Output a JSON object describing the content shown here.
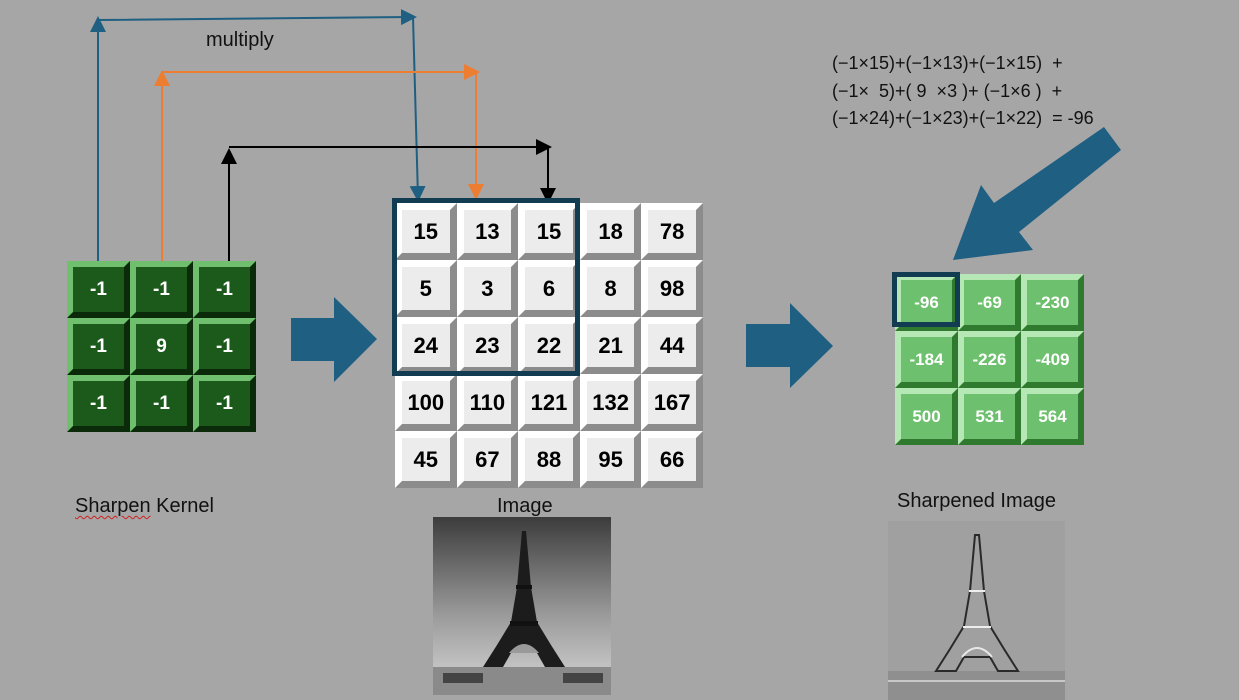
{
  "labels": {
    "multiply": "multiply",
    "kernel_caption_word1": "Sharpen",
    "kernel_caption_word2": " Kernel",
    "image_caption": "Image",
    "output_caption": "Sharpened Image"
  },
  "equation": {
    "line1": "(−1×15)+(−1×13)+(−1×15)  +",
    "line2": "(−1×  5)+( 9  ×3 )+ (−1×6 )  +",
    "line3": "(−1×24)+(−1×23)+(−1×22)  = -96"
  },
  "kernel": [
    [
      "-1",
      "-1",
      "-1"
    ],
    [
      "-1",
      "9",
      "-1"
    ],
    [
      "-1",
      "-1",
      "-1"
    ]
  ],
  "image": [
    [
      "15",
      "13",
      "15",
      "18",
      "78"
    ],
    [
      "5",
      "3",
      "6",
      "8",
      "98"
    ],
    [
      "24",
      "23",
      "22",
      "21",
      "44"
    ],
    [
      "100",
      "110",
      "121",
      "132",
      "167"
    ],
    [
      "45",
      "67",
      "88",
      "95",
      "66"
    ]
  ],
  "output": [
    [
      "-96",
      "-69",
      "-230"
    ],
    [
      "-184",
      "-226",
      "-409"
    ],
    [
      "500",
      "531",
      "564"
    ]
  ],
  "colors": {
    "background": "#a6a6a6",
    "blue_arrow": "#1f5f82",
    "orange_arrow": "#ed7d31",
    "black_arrow": "#000000",
    "highlight_border": "#123c52",
    "kernel_cell": "#1c5a1c",
    "output_cell": "#6dc06d"
  },
  "icons": {
    "block_arrow": "right-block-arrow-icon",
    "diagonal_arrow": "down-left-block-arrow-icon",
    "photo": "eiffel-tower-photo"
  }
}
